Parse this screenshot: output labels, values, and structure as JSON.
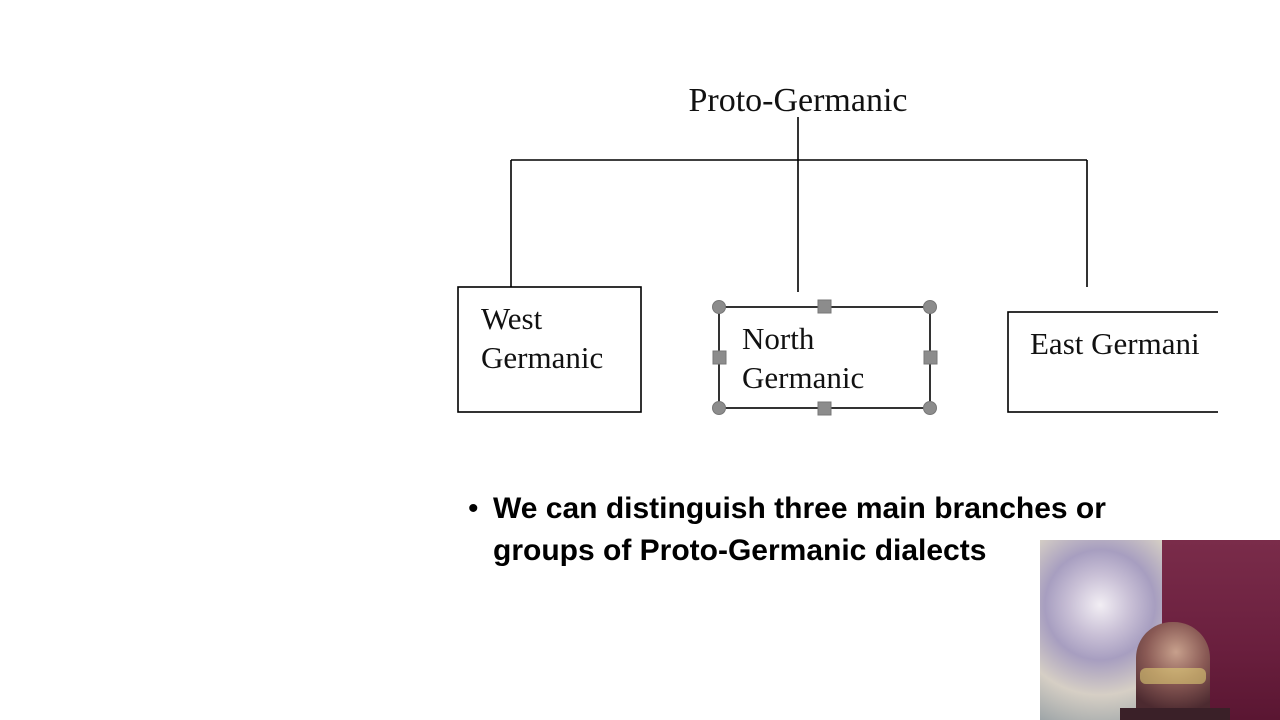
{
  "tree": {
    "root": "Proto-Germanic",
    "children": [
      {
        "lines": [
          "West",
          "Germanic"
        ]
      },
      {
        "lines": [
          "North",
          "Germanic"
        ],
        "selected": true
      },
      {
        "lines": [
          "East Germani"
        ]
      }
    ]
  },
  "bullet": {
    "line1": "We can distinguish three main branches or",
    "line2": "groups of Proto-Germanic dialects"
  },
  "colors": {
    "line": "#000000",
    "handle": "#8c8c8c",
    "background": "#ffffff"
  },
  "icons": {
    "bullet": "bullet-dot",
    "handles": "resize-handle-icon"
  }
}
